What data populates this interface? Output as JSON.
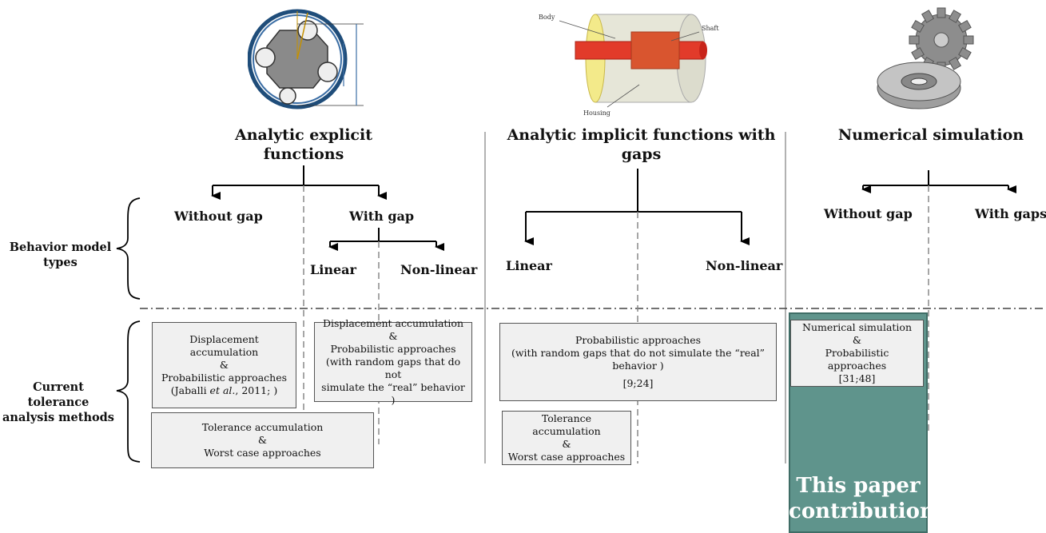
{
  "columns": [
    {
      "title_line1": "Analytic explicit",
      "title_line2": "functions"
    },
    {
      "title_line1": "Analytic implicit functions with",
      "title_line2": "gaps"
    },
    {
      "title_line1": "Numerical simulation",
      "title_line2": ""
    }
  ],
  "row_labels": {
    "behavior_line1": "Behavior model",
    "behavior_line2": "types",
    "current_line1": "Current tolerance",
    "current_line2": "analysis methods"
  },
  "branches": {
    "explicit_without_gap": "Without gap",
    "explicit_with_gap": "With gap",
    "explicit_linear": "Linear",
    "explicit_nonlinear": "Non-linear",
    "implicit_linear": "Linear",
    "implicit_nonlinear": "Non-linear",
    "numerical_without_gap": "Without gap",
    "numerical_with_gaps": "With gaps"
  },
  "boxes": {
    "displacement_probabilistic": {
      "line1": "Displacement",
      "line2": "accumulation",
      "line3": "&",
      "line4": "Probabilistic approaches",
      "ref_prefix": "(Jaballi ",
      "ref_etal": "et al.",
      "ref_suffix": ", 2011; )"
    },
    "displacement_random_gaps": {
      "line1": "Displacement accumulation",
      "line2": "&",
      "line3": "Probabilistic approaches",
      "line4": "(with random gaps that do not",
      "line5": "simulate the “real” behavior )"
    },
    "tolerance_worst_left": {
      "line1": "Tolerance accumulation",
      "line2": "&",
      "line3": "Worst case approaches"
    },
    "probabilistic_implicit": {
      "line1": "Probabilistic approaches",
      "line2": "(with random gaps that do not simulate the “real”",
      "line3": "behavior )",
      "line4": "[9;24]"
    },
    "tolerance_worst_mid": {
      "line1": "Tolerance accumulation",
      "line2": "&",
      "line3": "Worst case approaches"
    },
    "numerical_probabilistic": {
      "line1": "Numerical simulation",
      "line2": "&",
      "line3": "Probabilistic approaches",
      "line4": "[31;48]"
    }
  },
  "contribution": {
    "line1": "This paper",
    "line2": "contribution"
  },
  "image_labels": {
    "body": "Body",
    "shaft": "Shaft",
    "housing": "Housing"
  },
  "colors": {
    "contribution_fill": "#5f948c",
    "box_fill": "#f0f0f0"
  }
}
